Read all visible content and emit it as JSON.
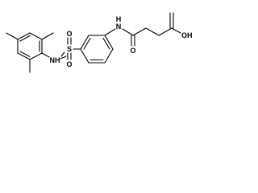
{
  "structure": {
    "atoms": {
      "sulfonyl_o_top": "O",
      "sulfur": "S",
      "sulfonyl_o_bottom": "O",
      "sulfonamide_nh": "NH",
      "amide_nh": "H",
      "amide_nh_n": "N",
      "amide_o": "O",
      "acid_oh": "OH"
    },
    "colors": {
      "bond": "#000000",
      "text": "#000000",
      "background": "#ffffff"
    }
  }
}
